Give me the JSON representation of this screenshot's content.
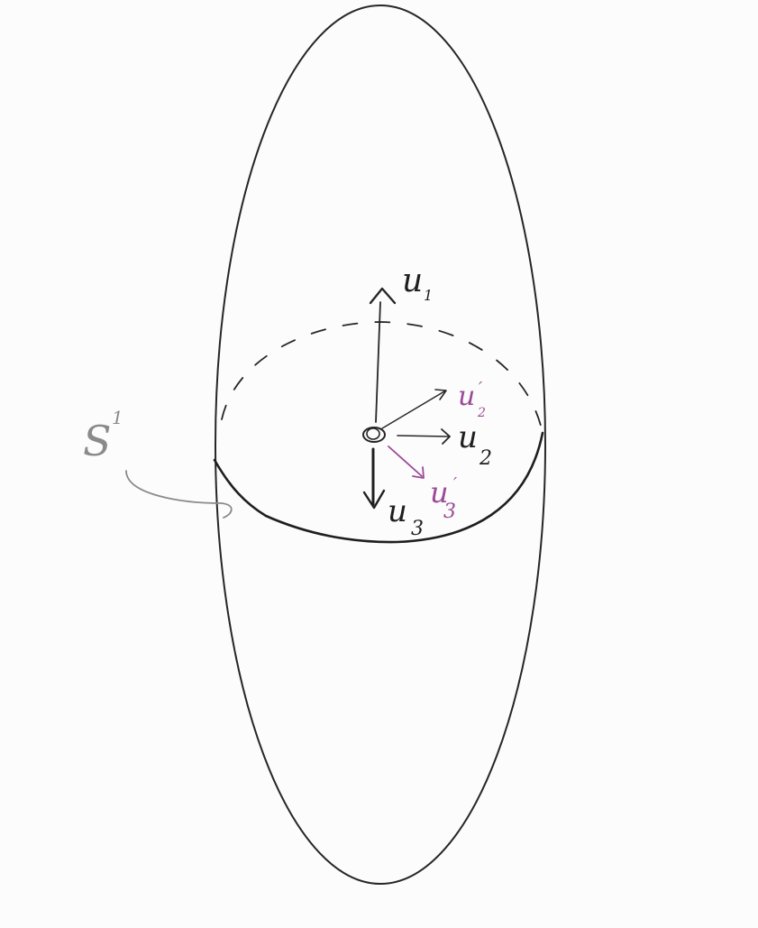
{
  "labels": {
    "s1": {
      "main": "S",
      "sup": "1"
    },
    "u1": {
      "main": "u",
      "sub": "1"
    },
    "u2": {
      "main": "u",
      "sub": "2"
    },
    "u3": {
      "main": "u",
      "sub": "3"
    },
    "u2p": {
      "main": "u",
      "sub": "2",
      "prime": "′"
    },
    "u3p": {
      "main": "u",
      "sub": "3",
      "prime": "′"
    }
  },
  "colors": {
    "ink": "#262626",
    "gray": "#8a8a8a",
    "purple": "#9c4a97",
    "background": "#fcfcfc"
  }
}
